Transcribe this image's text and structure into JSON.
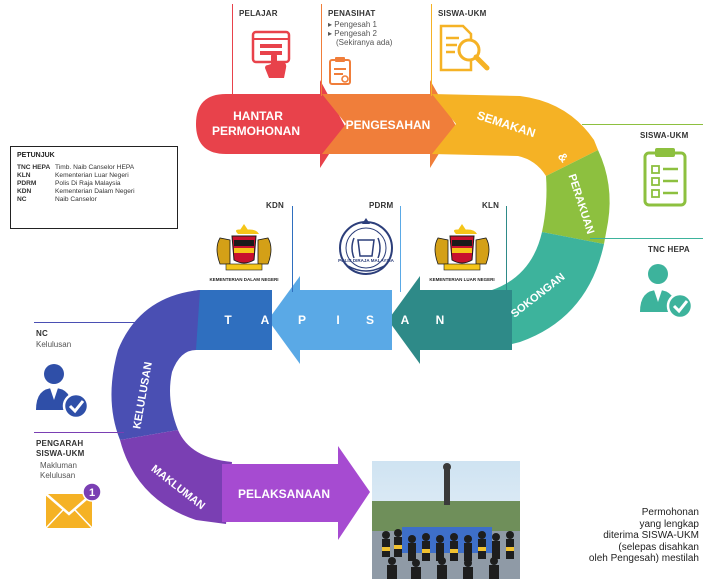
{
  "stages": {
    "hantar_line1": "HANTAR",
    "hantar_line2": "PERMOHONAN",
    "pengesahan": "PENGESAHAN",
    "semakan": "SEMAKAN",
    "amp": "&",
    "perakuan": "PERAKUAN",
    "sokongan": "SOKONGAN",
    "tapisan_letters": [
      "T",
      "A",
      "P",
      "I",
      "S",
      "A",
      "N"
    ],
    "kelulusan": "KELULUSAN",
    "makluman": "MAKLUMAN",
    "pelaksanaan": "PELAKSANAAN"
  },
  "roles": {
    "pelajar": "PELAJAR",
    "penasihat": "PENASIHAT",
    "penasihat_items": [
      "Pengesah 1",
      "Pengesah 2",
      "(Sekiranya ada)"
    ],
    "siswa_ukm_top": "SISWA-UKM",
    "siswa_ukm_right": "SISWA-UKM",
    "tnc_hepa": "TNC HEPA",
    "kdn": "KDN",
    "pdrm": "PDRM",
    "kln": "KLN",
    "nc": "NC",
    "nc_sub": "Kelulusan",
    "pengarah_line1": "PENGARAH",
    "pengarah_line2": "SISWA-UKM",
    "pengarah_sub1": "Makluman",
    "pengarah_sub2": "Kelulusan",
    "mail_badge": "1"
  },
  "crests": {
    "kdn_caption": "KEMENTERIAN DALAM NEGERI",
    "pdrm_caption": "POLIS DIRAJA MALAYSIA",
    "kln_caption": "KEMENTERIAN LUAR NEGERI"
  },
  "legend": {
    "title": "PETUNJUK",
    "rows": [
      {
        "abbr": "TNC HEPA",
        "desc": "Timb. Naib Canselor HEPA"
      },
      {
        "abbr": "KLN",
        "desc": "Kementerian Luar Negeri"
      },
      {
        "abbr": "PDRM",
        "desc": "Polis Di Raja Malaysia"
      },
      {
        "abbr": "KDN",
        "desc": "Kementerian Dalam Negeri"
      },
      {
        "abbr": "NC",
        "desc": "Naib Canselor"
      }
    ]
  },
  "footnote": [
    "Permohonan",
    "yang lengkap",
    "diterima SISWA-UKM",
    "(selepas disahkan",
    "oleh Pengesah) mestilah"
  ],
  "colors": {
    "red": "#e8424b",
    "orange": "#f07e3a",
    "yellow": "#f5b225",
    "green": "#8dc03f",
    "teal": "#3db39c",
    "darkteal": "#2e8a88",
    "lightblue": "#5aa9e6",
    "blue": "#2f6fbf",
    "indigo": "#4a4fb3",
    "purple": "#7a3fb3",
    "violet": "#a64bd1"
  }
}
